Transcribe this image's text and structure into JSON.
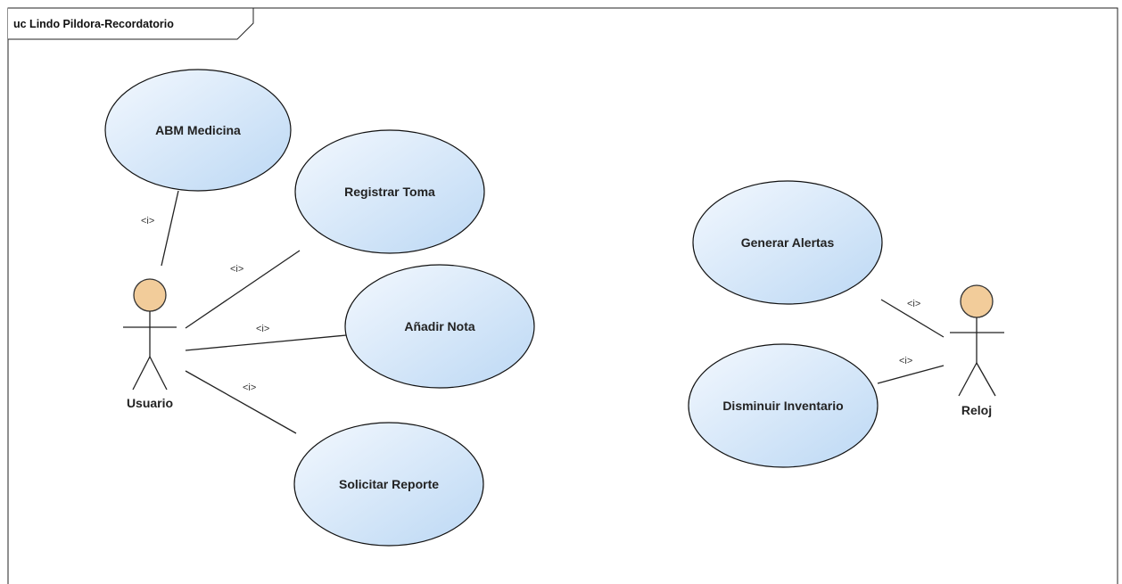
{
  "frame": {
    "title": "uc Lindo Pildora-Recordatorio"
  },
  "actors": [
    {
      "id": "usuario",
      "name": "Usuario"
    },
    {
      "id": "reloj",
      "name": "Reloj"
    }
  ],
  "use_cases": [
    {
      "id": "abm",
      "label": "ABM Medicina"
    },
    {
      "id": "registrar",
      "label": "Registrar Toma"
    },
    {
      "id": "anadir",
      "label": "Añadir Nota"
    },
    {
      "id": "solicitar",
      "label": "Solicitar Reporte"
    },
    {
      "id": "generar",
      "label": "Generar Alertas"
    },
    {
      "id": "disminuir",
      "label": "Disminuir Inventario"
    }
  ],
  "associations": [
    {
      "from": "usuario",
      "to": "abm",
      "stereotype": "<i>"
    },
    {
      "from": "usuario",
      "to": "registrar",
      "stereotype": "<i>"
    },
    {
      "from": "usuario",
      "to": "anadir",
      "stereotype": "<i>"
    },
    {
      "from": "usuario",
      "to": "solicitar",
      "stereotype": "<i>"
    },
    {
      "from": "reloj",
      "to": "generar",
      "stereotype": "<i>"
    },
    {
      "from": "reloj",
      "to": "disminuir",
      "stereotype": "<i>"
    }
  ],
  "colors": {
    "usecase_fill_light": "#f3f8fe",
    "usecase_fill_dark": "#bcd8f4",
    "usecase_stroke": "#111111",
    "actor_head_fill": "#f2cc9a",
    "actor_head_stroke": "#333333",
    "line": "#222222",
    "frame": "#222222"
  }
}
